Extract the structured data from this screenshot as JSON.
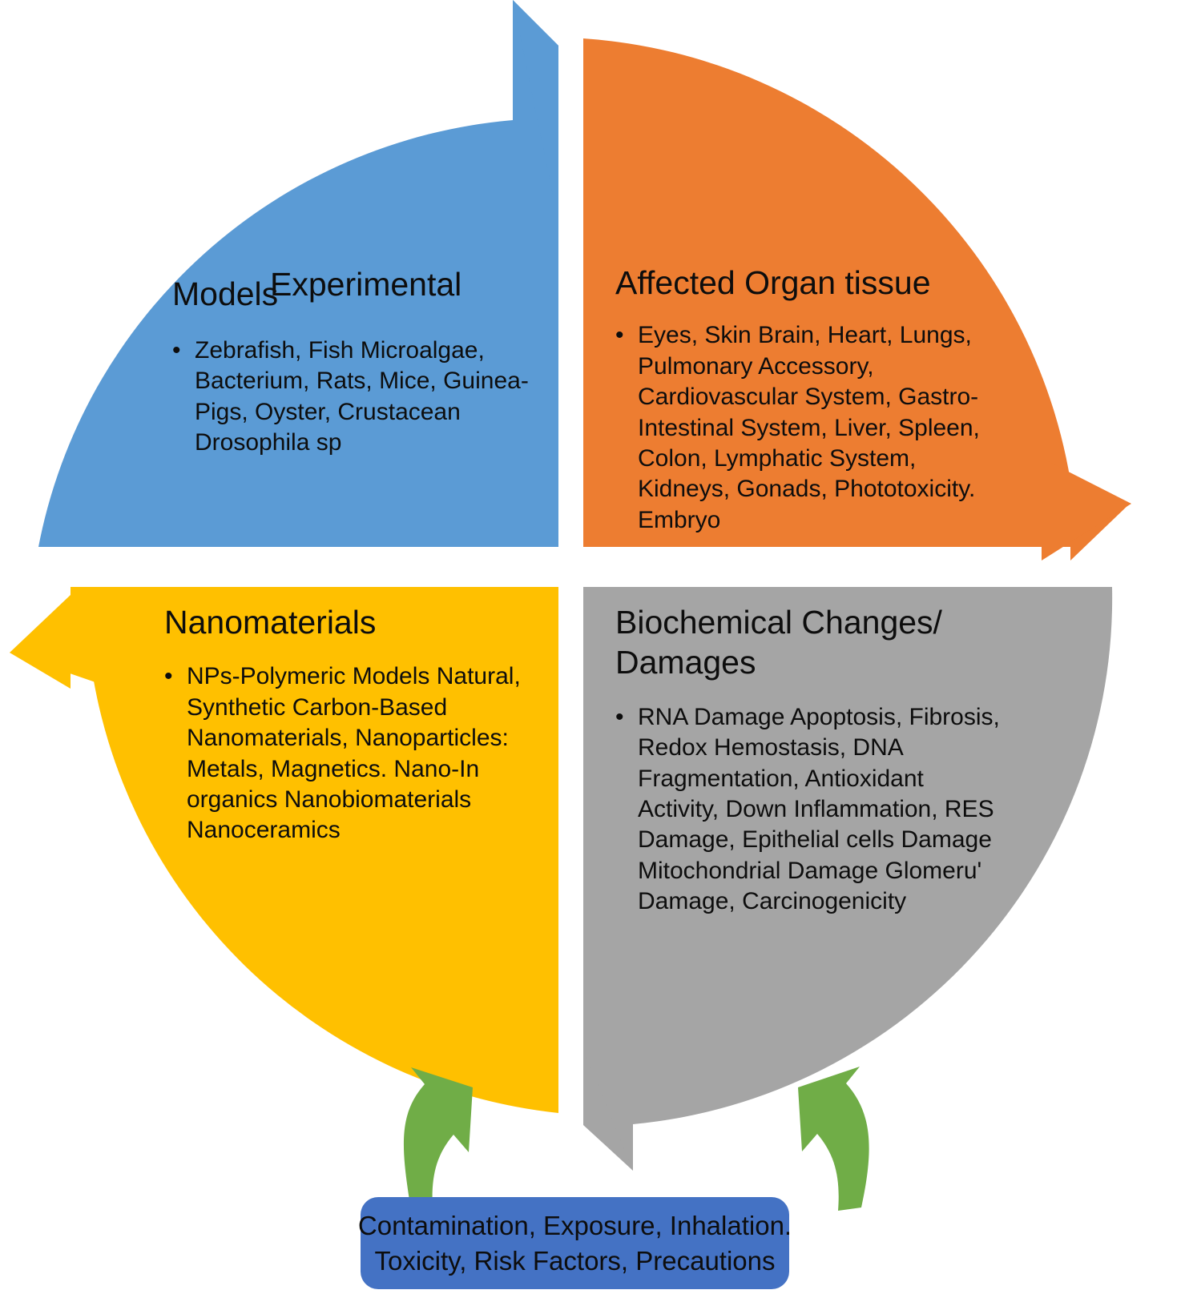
{
  "diagram": {
    "title_note": "Four-quadrant circular nanotoxicology overview diagram",
    "colors": {
      "blue_quadrant": "#5B9BD5",
      "orange_quadrant": "#ED7D31",
      "yellow_quadrant": "#FFC000",
      "grey_quadrant": "#A5A5A5",
      "green_arrow": "#70AD47",
      "bottom_box": "#4472C4",
      "text": "#0D0D0D",
      "background": "#FFFFFF"
    },
    "quadrants": [
      {
        "id": "experimental-models",
        "position": "top-left",
        "color": "#5B9BD5",
        "arrow_direction": "up",
        "title_line_1": "Experimental",
        "title_line_2": "Models",
        "bullet_marker": "•",
        "bullet_text": "Zebrafish, Fish Microalgae, Bacterium, Rats, Mice, Guinea-Pigs, Oyster, Crustacean Drosophila sp"
      },
      {
        "id": "affected-organ-tissue",
        "position": "top-right",
        "color": "#ED7D31",
        "arrow_direction": "right",
        "title_line_1": "Affected Organ tissue",
        "title_line_2": "",
        "bullet_marker": "•",
        "bullet_text": "Eyes, Skin Brain, Heart, Lungs, Pulmonary Accessory, Cardiovascular System, Gastro-Intestinal System, Liver, Spleen, Colon, Lymphatic System, Kidneys, Gonads, Phototoxicity. Embryo"
      },
      {
        "id": "nanomaterials",
        "position": "bottom-left",
        "color": "#FFC000",
        "arrow_direction": "left",
        "title_line_1": "Nanomaterials",
        "title_line_2": "",
        "bullet_marker": "•",
        "bullet_text": "NPs-Polymeric Models Natural, Synthetic Carbon-Based Nanomaterials, Nanoparticles: Metals, Magnetics. Nano-In organics Nanobiomaterials Nanoceramics"
      },
      {
        "id": "biochemical-changes-damages",
        "position": "bottom-right",
        "color": "#A5A5A5",
        "arrow_direction": "down",
        "title_line_1": "Biochemical Changes/",
        "title_line_2": "Damages",
        "bullet_marker": "•",
        "bullet_text": "RNA Damage Apoptosis, Fibrosis, Redox Hemostasis, DNA Fragmentation, Antioxidant Activity, Down Inflammation, RES Damage, Epithelial cells Damage Mitochondrial Damage Glomeru' Damage, Carcinogenicity"
      }
    ],
    "bottom_callout": {
      "id": "contamination-exposure-box",
      "color": "#4472C4",
      "line_1": "Contamination, Exposure, Inhalation.",
      "line_2": "Toxicity, Risk Factors, Precautions"
    },
    "connector_arrows": [
      {
        "id": "green-arrow-left",
        "color": "#70AD47",
        "shape": "curved-arrow",
        "from": "bottom-callout",
        "to": "nanomaterials"
      },
      {
        "id": "green-arrow-right",
        "color": "#70AD47",
        "shape": "curved-arrow",
        "from": "bottom-callout",
        "to": "biochemical-changes-damages"
      }
    ]
  }
}
